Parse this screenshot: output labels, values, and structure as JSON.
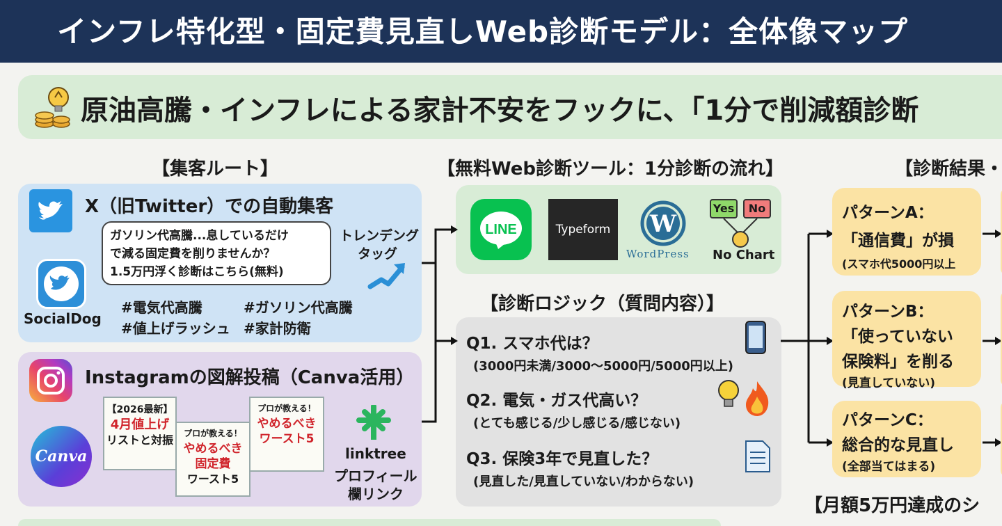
{
  "title": "インフレ特化型・固定費見直しWeb診断モデル：全体像マップ",
  "hook": "原油高騰・インフレによる家計不安をフックに、「1分で削減額診断",
  "sections": {
    "acquisition": "【集客ルート】",
    "tool": "【無料Web診断ツール：1分診断の流れ】",
    "logic": "【診断ロジック（質問内容）】",
    "results": "【診断結果・",
    "monthly": "【月額5万円達成のシ"
  },
  "x_panel": {
    "heading": "X（旧Twitter）での自動集客",
    "bubble": [
      "ガソリン代高騰...息しているだけ",
      "で減る固定費を削りませんか？",
      "1.5万円浮く診断はこちら(無料)"
    ],
    "trending": [
      "トレンデング",
      "タッグ"
    ],
    "tool_label": "SocialDog",
    "hashtags": [
      "#電気代高騰",
      "#ガソリン代高騰",
      "#値上げラッシュ",
      "#家計防衛"
    ]
  },
  "ig_panel": {
    "heading": "Instagramの図解投稿（Canva活用）",
    "canva": "Canva",
    "post1": [
      "【2026最新】",
      "4月値上げ",
      "リストと対振"
    ],
    "post2": [
      "プロが教える！",
      "やめるべき",
      "固定費",
      "ワースト5"
    ],
    "post3": [
      "プロが教える！",
      "やめるべき",
      "ワースト5"
    ],
    "linktree": "linktree",
    "profile": [
      "プロフィール",
      "欄リンク"
    ]
  },
  "tools": {
    "line": "LINE",
    "typeform": "Typeform",
    "wordpress": "WordPress",
    "yes": "Yes",
    "no": "No",
    "nochart": "No Chart"
  },
  "questions": [
    {
      "q": "Q1. スマホ代は？",
      "a": "(3000円未満/3000～5000円/5000円以上)"
    },
    {
      "q": "Q2. 電気・ガス代高い？",
      "a": "(とても感じる/少し感じる/感じない)"
    },
    {
      "q": "Q3. 保険3年で見直した？",
      "a": "(見直した/見直していない/わからない)"
    }
  ],
  "results": [
    {
      "title": "パターンA：",
      "lines": [
        "「通信費」が損"
      ],
      "note": "(スマホ代5000円以上"
    },
    {
      "title": "パターンB：",
      "lines": [
        "「使っていない",
        "保険料」を削る"
      ],
      "note": "(見直していない)"
    },
    {
      "title": "パターンC：",
      "lines": [
        "総合的な見直し"
      ],
      "note": "(全部当てはまる)"
    }
  ],
  "colors": {
    "navy": "#1d3358",
    "green_panel": "#d8ecd6",
    "blue_panel": "#cfe3f5",
    "purple_panel": "#e1d7ec",
    "gray_panel": "#e2e2e2",
    "yellow_card": "#fbe3a4",
    "line_green": "#08c150"
  }
}
